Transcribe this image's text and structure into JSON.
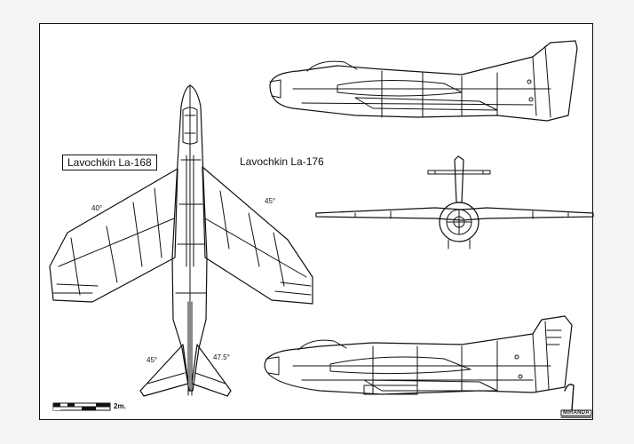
{
  "labels": {
    "la168": "Lavochkin La-168",
    "la176": "Lavochkin La-176",
    "wing_left_angle": "40°",
    "wing_right_angle": "45°",
    "tail_left_angle": "45°",
    "tail_right_angle": "47.5°",
    "scale": "2m.",
    "logo": "MIRANDA"
  }
}
